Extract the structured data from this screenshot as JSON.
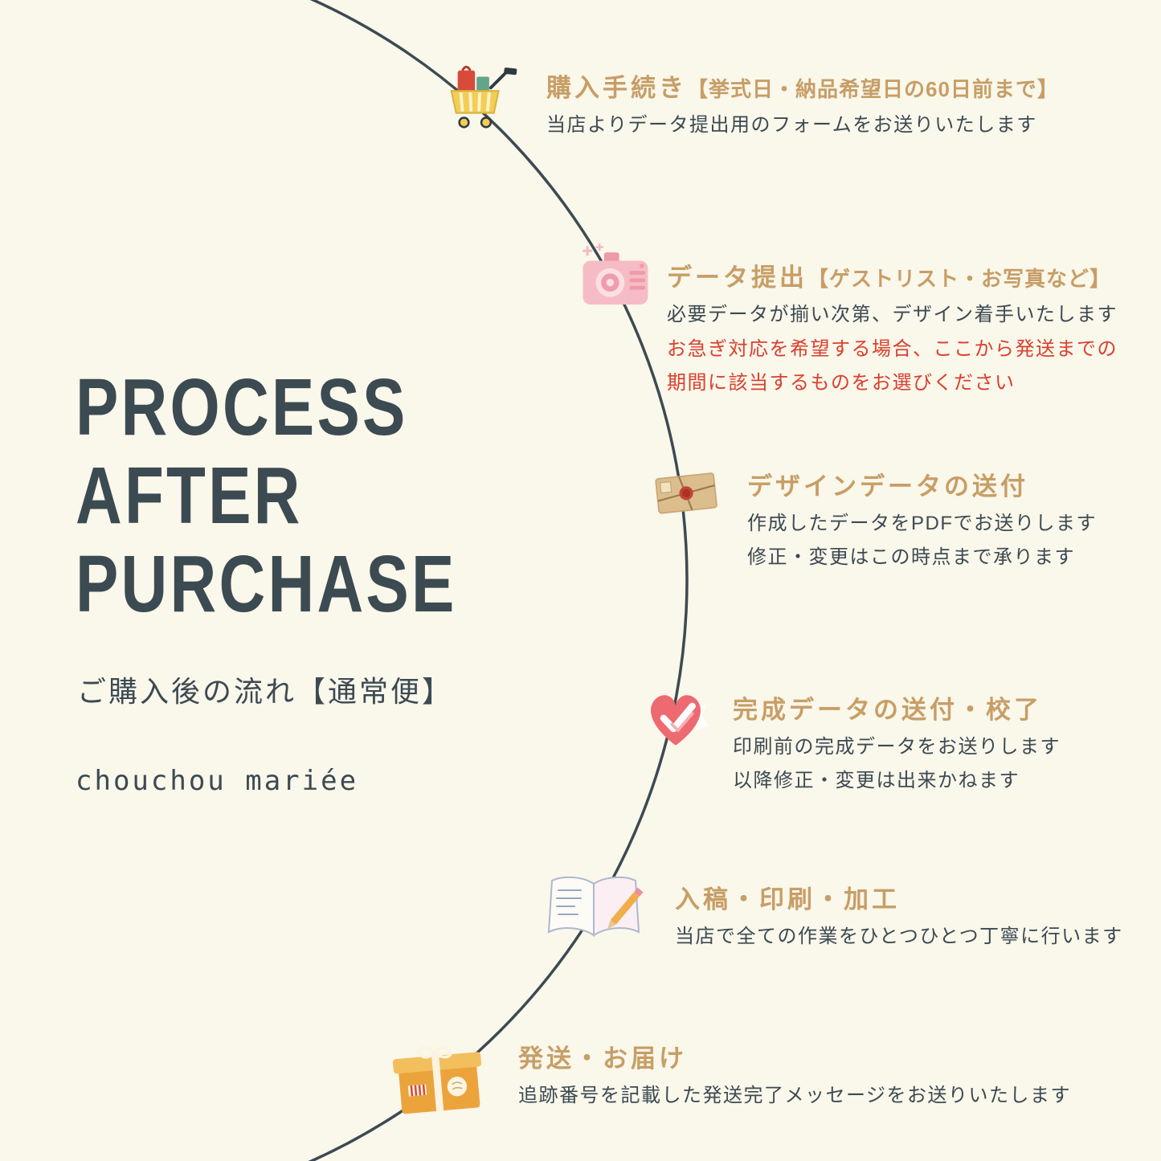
{
  "page": {
    "background": "#FAF7EB",
    "arc_color": "#3C4A52",
    "accent_color": "#C79E66",
    "text_color": "#3C4A52",
    "alert_color": "#D9402E"
  },
  "title": {
    "lines": [
      "PROCESS",
      "AFTER",
      "PURCHASE"
    ],
    "subtitle": "ご購入後の流れ【通常便】",
    "brand": "chouchou mariée"
  },
  "steps": [
    {
      "icon": "shopping-cart-icon",
      "heading": "購入手続き",
      "note": "【挙式日・納品希望日の60日前まで】",
      "body": [
        "当店よりデータ提出用のフォームをお送りいたします"
      ]
    },
    {
      "icon": "camera-icon",
      "heading": "データ提出",
      "note": "【ゲストリスト・お写真など】",
      "body": [
        "必要データが揃い次第、デザイン着手いたします"
      ],
      "alert": [
        "お急ぎ対応を希望する場合、ここから発送までの",
        "期間に該当するものをお選びください"
      ]
    },
    {
      "icon": "sealed-envelope-icon",
      "heading": "デザインデータの送付",
      "note": "",
      "body": [
        "作成したデータをPDFでお送りします",
        "修正・変更はこの時点まで承ります"
      ]
    },
    {
      "icon": "heart-check-icon",
      "heading": "完成データの送付・校了",
      "note": "",
      "body": [
        "印刷前の完成データをお送りします",
        "以降修正・変更は出来かねます"
      ]
    },
    {
      "icon": "notebook-pencil-icon",
      "heading": "入稿・印刷・加工",
      "note": "",
      "body": [
        "当店で全ての作業をひとつひとつ丁寧に行います"
      ]
    },
    {
      "icon": "package-box-icon",
      "heading": "発送・お届け",
      "note": "",
      "body": [
        "追跡番号を記載した発送完了メッセージをお送りいたします"
      ]
    }
  ]
}
